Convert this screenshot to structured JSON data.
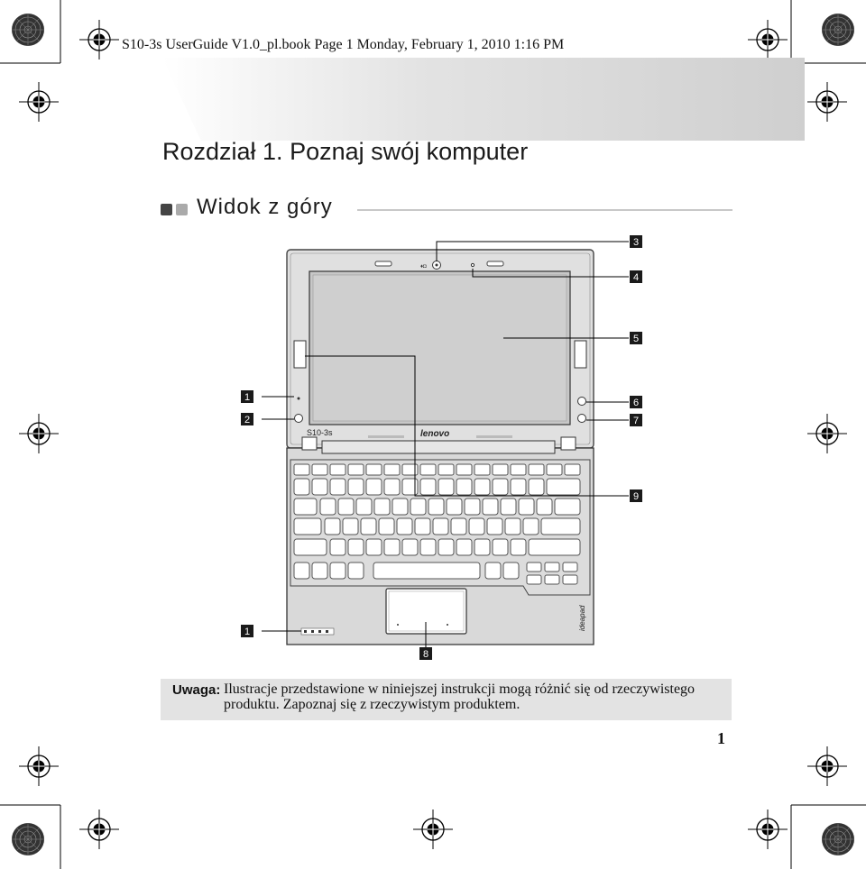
{
  "header": {
    "text": "S10-3s UserGuide V1.0_pl.book  Page 1  Monday, February 1, 2010  1:16 PM"
  },
  "chapter": {
    "title": "Rozdział 1. Poznaj swój komputer"
  },
  "section": {
    "title": "Widok z góry"
  },
  "figure": {
    "model_label": "S10-3s",
    "brand_label": "lenovo",
    "side_label": "ideapad",
    "callouts": [
      "1",
      "2",
      "3",
      "4",
      "5",
      "6",
      "7",
      "8",
      "9",
      "1"
    ]
  },
  "note": {
    "label": "Uwaga:",
    "line1": "Ilustracje przedstawione w niniejszej instrukcji mogą różnić się od rzeczywistego",
    "line2": "produktu. Zapoznaj się z rzeczywistym produktem."
  },
  "page": {
    "number": "1"
  }
}
